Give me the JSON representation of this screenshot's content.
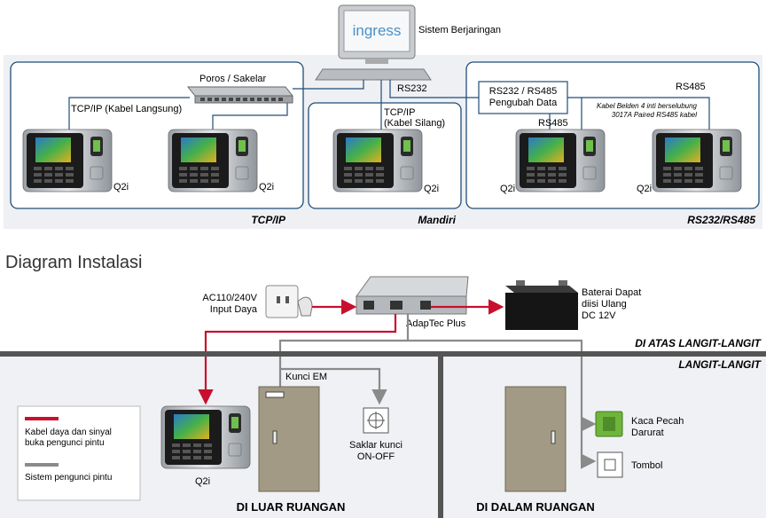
{
  "network": {
    "computer_logo": "ingress",
    "computer_label": "Sistem Berjaringan",
    "switch_label": "Poros / Sakelar",
    "tcpip_direct": "TCP/IP (Kabel Langsung)",
    "tcpip_cross_line1": "TCP/IP",
    "tcpip_cross_line2": "(Kabel Silang)",
    "rs232_label": "RS232",
    "converter_line1": "RS232 / RS485",
    "converter_line2": "Pengubah Data",
    "rs485_top": "RS485",
    "rs485_left": "RS485",
    "cable_note_line1": "Kabel Belden 4 inti berselubung",
    "cable_note_line2": "3017A Paired RS485 kabel",
    "device_label": "Q2i",
    "section_tcpip": "TCP/IP",
    "section_mandiri": "Mandiri",
    "section_rs": "RS232/RS485"
  },
  "install": {
    "title": "Diagram Instalasi",
    "power_input_line1": "AC110/240V",
    "power_input_line2": "Input Daya",
    "adaptec_label": "AdapTec Plus",
    "battery_line1": "Baterai Dapat",
    "battery_line2": "diisi Ulang",
    "battery_line3": "DC 12V",
    "above_ceiling": "DI ATAS LANGIT-LANGIT",
    "ceiling": "LANGIT-LANGIT",
    "em_lock": "Kunci EM",
    "switch_line1": "Saklar kunci",
    "switch_line2": "ON-OFF",
    "break_glass_line1": "Kaca Pecah",
    "break_glass_line2": "Darurat",
    "button_label": "Tombol",
    "device_label": "Q2i",
    "outside_room": "DI LUAR RUANGAN",
    "inside_room": "DI DALAM RUANGAN",
    "legend_red": [
      "Kabel daya dan sinyal",
      "buka pengunci pintu"
    ],
    "legend_gray": "Sistem pengunci pintu"
  },
  "colors": {
    "panel_border": "#1f4e79",
    "panel_bg": "#eef0f4",
    "red_cable": "#c8102e",
    "gray_cable": "#8a8a8a",
    "door": "#a39a85",
    "room_bg": "#f0f1f4"
  }
}
